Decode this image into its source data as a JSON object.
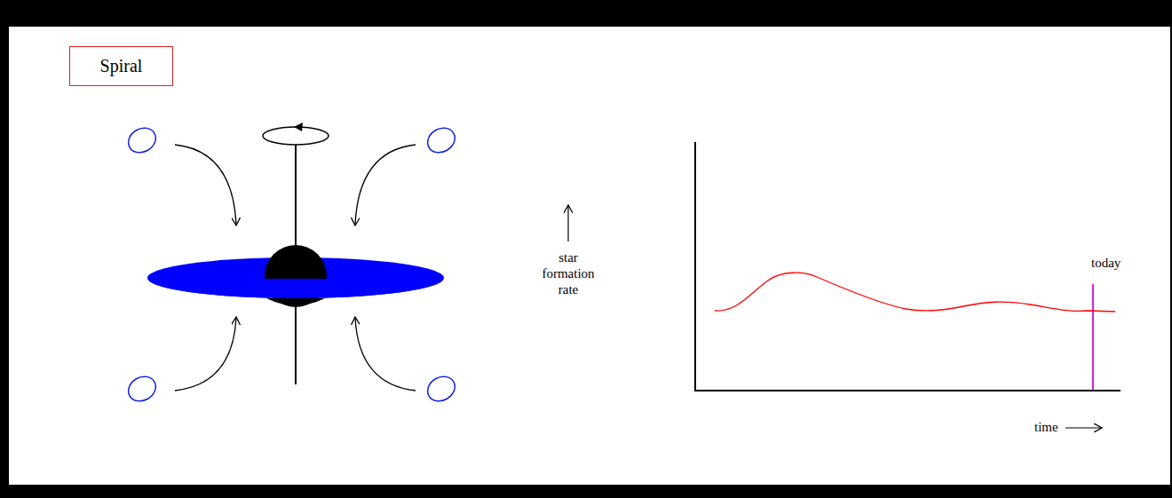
{
  "diagram": {
    "nodes": [
      {
        "text": [
          "Spiral"
        ]
      }
    ],
    "labels": [
      "star formation rate",
      "today",
      "time"
    ]
  }
}
